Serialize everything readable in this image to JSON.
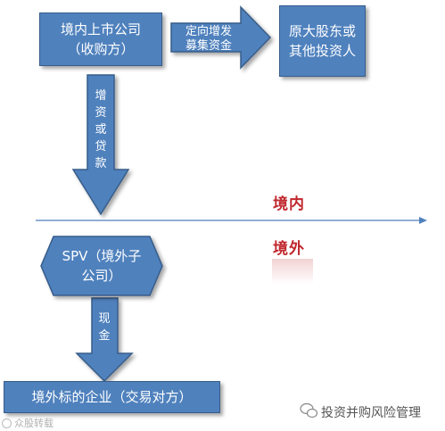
{
  "nodes": {
    "acquirer": {
      "line1": "境内上市公司",
      "line2": "（收购方）"
    },
    "original_holders": {
      "line1": "原大股东或",
      "line2": "其他投资人"
    },
    "spv": {
      "line1": "SPV（境外子",
      "line2": "公司）"
    },
    "target": {
      "line1": "境外标的企业（交易对方）"
    }
  },
  "arrows": {
    "fundraising": {
      "line1": "定向增发",
      "line2": "募集资金"
    },
    "capital": {
      "chars": [
        "增",
        "资",
        "或",
        "贷",
        "款"
      ]
    },
    "cash": {
      "chars": [
        "现",
        "金"
      ]
    }
  },
  "regions": {
    "domestic": "境内",
    "overseas": "境外"
  },
  "watermark": {
    "right": "投资并购风险管理",
    "left": "众股转载"
  },
  "colors": {
    "box_fill": "#4f81bd",
    "box_border": "#385d8a",
    "region_label": "#c0272d",
    "divider": "#4f81bd"
  }
}
